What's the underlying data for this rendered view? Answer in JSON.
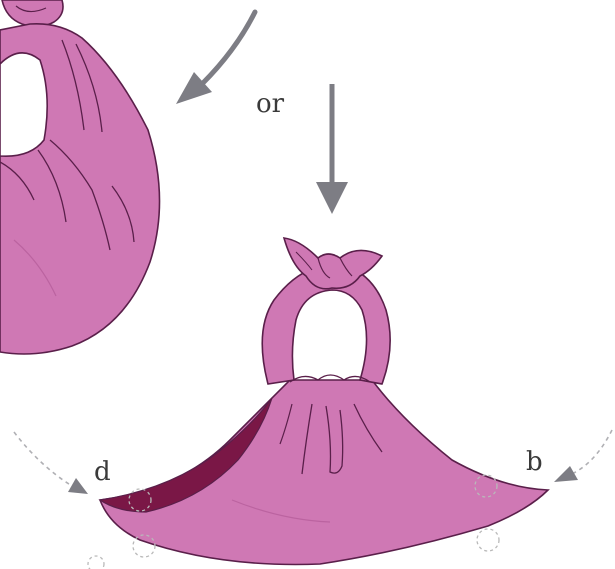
{
  "labels": {
    "or": "or",
    "corner_left": "d",
    "corner_right": "b"
  },
  "colors": {
    "cloth": "#cf78b4",
    "cloth_shadow": "#bb63a0",
    "cloth_edge": "#5a1f4a",
    "inner_lining": "#7a1746",
    "arrow": "#7d7d84",
    "guide_dash": "#b9b9b9"
  },
  "icons": {
    "arrow_diagonal": "arrow-down-left-icon",
    "arrow_down": "arrow-down-icon",
    "arrow_curved_left": "curved-arrow-icon",
    "arrow_curved_right": "curved-arrow-icon"
  }
}
